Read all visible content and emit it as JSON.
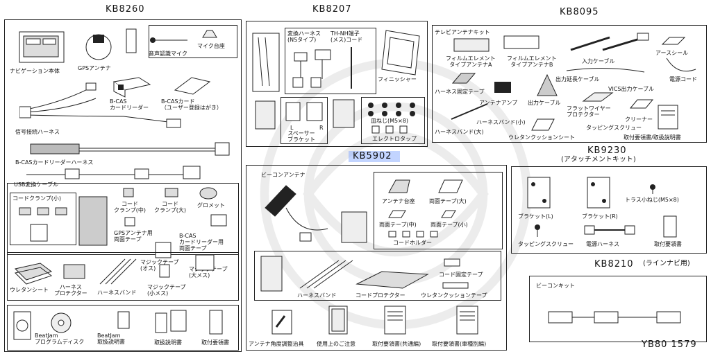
{
  "diagram_id": "YB80 1579",
  "groups": {
    "kb8260": {
      "code": "KB8260",
      "items": {
        "navi_body": "ナビゲーション本体",
        "gps_antenna": "GPSアンテナ",
        "voice_mic": "音声認識マイク",
        "mic_stand": "マイク台座",
        "bcas_reader": "B-CAS\nカードリーダー",
        "bcas_card": "B-CASカード\n（ユーザー登録はがき）",
        "signal_harness": "信号接続ハーネス",
        "bcas_harness": "B-CASカードリーダーハーネス",
        "usb_cable": "USB変換ケーブル",
        "cord_clamp_small": "コードクランプ(小)",
        "cord_clamp_mid": "コード\nクランプ(中)",
        "cord_clamp_large": "コード\nクランプ(大)",
        "grommet": "グロメット",
        "gps_tape": "GPSアンテナ用\n両面テープ",
        "bcas_tape": "B-CAS\nカードリーダー用\n両面テープ",
        "magic_tape_male": "マジックテープ\n(オス)",
        "magic_tape_female_large": "マジックテープ\n(大メス)",
        "magic_tape_female_small": "マジックテープ\n(小メス)",
        "urethane_sheet": "ウレタンシート",
        "harness_protector": "ハーネス\nプロテクター",
        "harness_band": "ハーネスバンド",
        "beatjam_disc": "BeatJam\nプログラムディスク",
        "beatjam_manual": "BeatJam\n取扱説明書",
        "user_manual": "取扱説明書",
        "install_manual": "取付要領書"
      }
    },
    "kb8207": {
      "code": "KB8207",
      "items": {
        "conv_harness": "変換ハーネス\n(NSタイプ)",
        "thnh_cord": "TH-NH端子\n(メス)コード",
        "finisher": "フィニッシャー",
        "spacer_bracket": "スペーサー\nブラケット",
        "l": "L",
        "r": "R",
        "screw_m5": "皿ねじ(M5×8)",
        "electro_tap": "エレクトロタップ"
      }
    },
    "kb8095": {
      "code": "KB8095",
      "items": {
        "tv_antenna_kit": "テレビアンテナキット",
        "film_a": "フィルムエレメント\nタイプアンテナA",
        "film_b": "フィルムエレメント\nタイプアンテナB",
        "earth_seal": "アースシール",
        "input_cable": "入力ケーブル",
        "power_cord": "電源コード",
        "output_ext_cable": "出力延長ケーブル",
        "vics_output": "VICS出力ケーブル",
        "harness_tape": "ハーネス固定テープ",
        "antenna_amp": "アンテナアンプ",
        "output_cable": "出力ケーブル",
        "flat_wire": "フラットワイヤー\nプロテクター",
        "harness_band_small": "ハーネスバンド(小)",
        "cleaner": "クリーナー",
        "harness_band_large": "ハーネスバンド(大)",
        "tapping_screw": "タッピングスクリュー",
        "urethane_cushion": "ウレタンクッションシート",
        "manuals": "取付要領書/取扱説明書"
      }
    },
    "kb5902": {
      "code": "KB5902",
      "items": {
        "beacon_antenna": "ビーコンアンテナ",
        "antenna_base": "アンテナ台座",
        "tape_large": "両面テープ(大)",
        "tape_mid": "両面テープ(中)",
        "tape_small": "両面テープ(小)",
        "cord_holder": "コードホルダー",
        "harness_band": "ハーネスバンド",
        "cord_tape": "コード固定テープ",
        "cord_protector": "コードプロテクター",
        "urethane_tape": "ウレタンクッションテープ",
        "angle_jig": "アンテナ角度調整治具",
        "usage_notice": "使用上のご注意",
        "manual_common": "取付要領書(共通編)",
        "manual_vehicle": "取付要領書(車種別編)"
      }
    },
    "kb9230": {
      "code": "KB9230",
      "subtitle": "(アタッチメントキット)",
      "items": {
        "bracket_l": "ブラケット(L)",
        "bracket_r": "ブラケット(R)",
        "truss_screw": "トラス小ねじ(M5×8)",
        "tapping_screw": "タッピングスクリュー",
        "power_harness": "電源ハーネス",
        "install_manual": "取付要領書"
      }
    },
    "kb8210": {
      "code": "KB8210",
      "subtitle": "(ラインナビ用)",
      "items": {
        "beacon_kit": "ビーコンキット"
      }
    }
  },
  "colors": {
    "line": "#222222",
    "highlight": "#8fb0ff"
  }
}
